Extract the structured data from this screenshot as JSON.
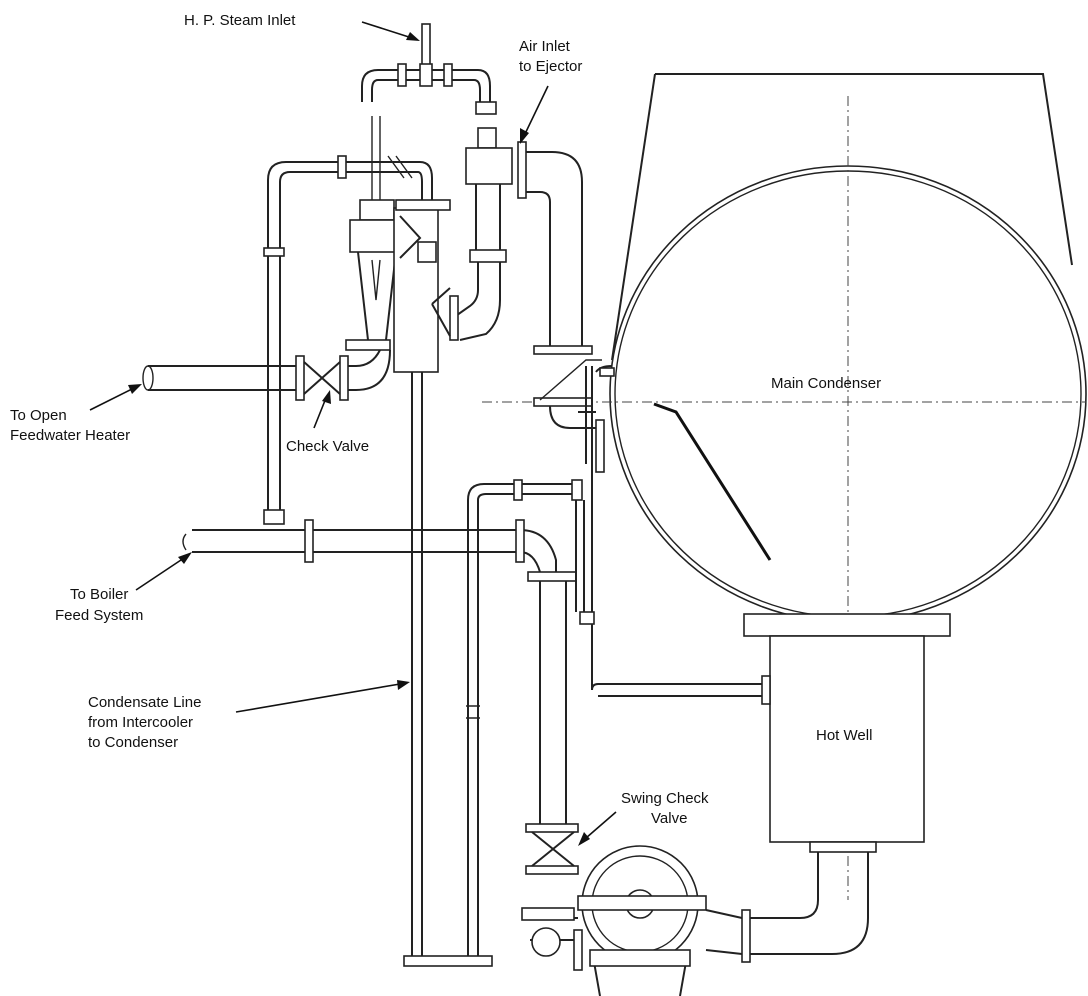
{
  "labels": {
    "hp_steam_inlet": "H. P. Steam Inlet",
    "air_inlet_line1": "Air Inlet",
    "air_inlet_line2": "to Ejector",
    "open_fw_line1": "To Open",
    "open_fw_line2": "Feedwater Heater",
    "check_valve": "Check Valve",
    "main_condenser": "Main Condenser",
    "boiler_line1": "To Boiler",
    "boiler_line2": "Feed System",
    "condensate_line1": "Condensate Line",
    "condensate_line2": "from Intercooler",
    "condensate_line3": "to Condenser",
    "hot_well": "Hot Well",
    "swing_line1": "Swing Check",
    "swing_line2": "Valve"
  }
}
